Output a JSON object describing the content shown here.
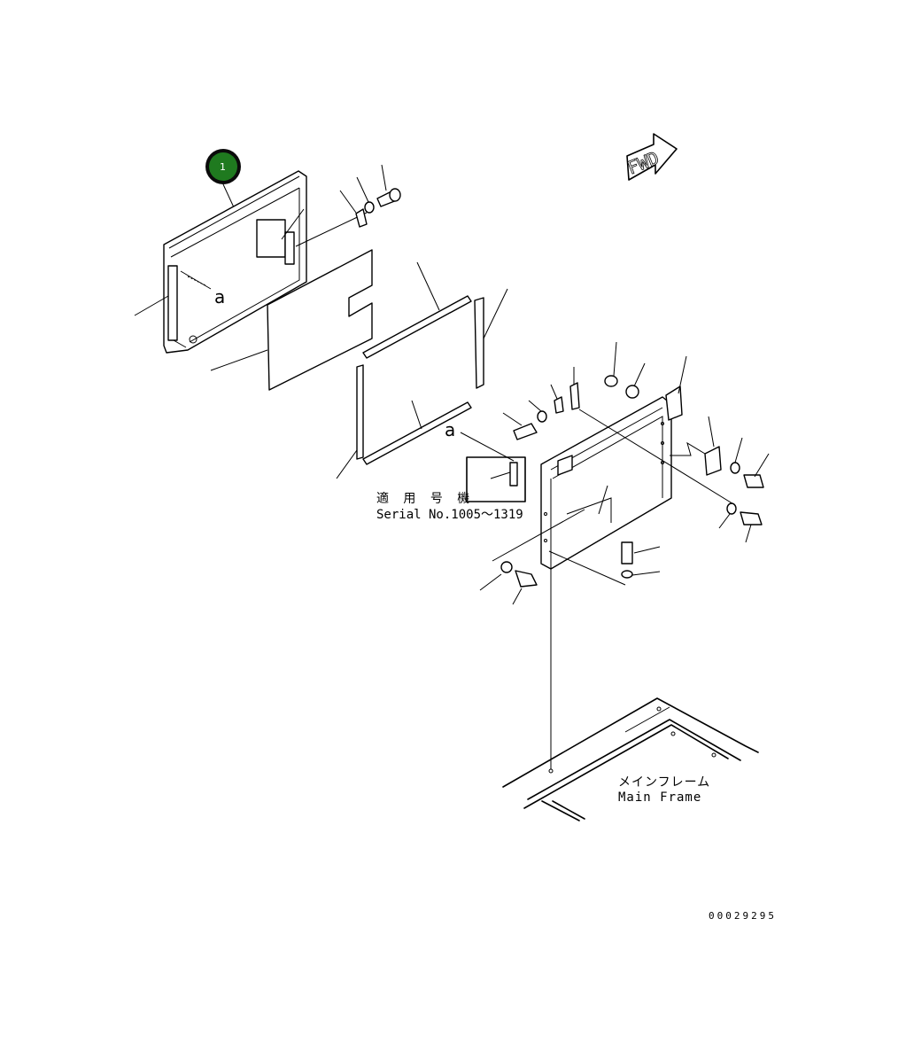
{
  "callout": {
    "number": "1",
    "color": "#1f7a1f"
  },
  "fwd_label": "FWD",
  "detail_marker": "a",
  "serial_note": {
    "line1": "適 用 号 機",
    "line2": "Serial No.1005～1319"
  },
  "main_frame": {
    "jp": "メインフレーム",
    "en": "Main Frame"
  },
  "drawing_id": "00029295"
}
